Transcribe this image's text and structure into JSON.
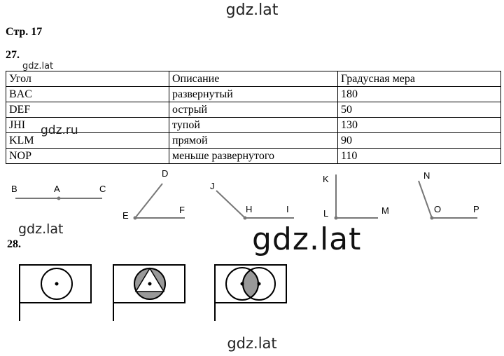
{
  "watermarks": {
    "top": "gdz.lat",
    "table_corner": "gdz.lat",
    "table_overlay": "gdz.ru",
    "left_mid": "gdz.lat",
    "center_large": "gdz.lat",
    "bottom": "gdz.lat"
  },
  "page_label": "Стр. 17",
  "task27": {
    "number": "27.",
    "headers": [
      "Угол",
      "Описание",
      "Градусная мера"
    ],
    "rows": [
      [
        "BAC",
        "развернутый",
        "180"
      ],
      [
        "DEF",
        "острый",
        "50"
      ],
      [
        "JHI",
        "тупой",
        "130"
      ],
      [
        "KLM",
        "прямой",
        "90"
      ],
      [
        "NOP",
        "меньше развернутого",
        "110"
      ]
    ]
  },
  "angle_points": {
    "bac": [
      "B",
      "A",
      "C"
    ],
    "def": [
      "D",
      "E",
      "F"
    ],
    "jhi": [
      "J",
      "H",
      "I"
    ],
    "klm": [
      "K",
      "L",
      "M"
    ],
    "nop": [
      "N",
      "O",
      "P"
    ]
  },
  "task28": {
    "number": "28."
  },
  "colors": {
    "line": "#777777",
    "shade": "#999999"
  }
}
